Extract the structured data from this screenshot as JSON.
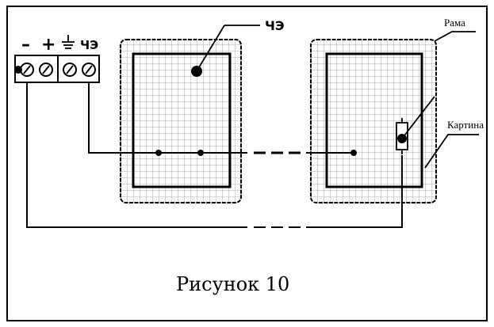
{
  "terminal_labels": {
    "minus": "–",
    "plus": "+",
    "ground": "⏚",
    "che": "ЧЭ"
  },
  "labels": {
    "che": "ЧЭ",
    "frame": "Рама",
    "painting": "Картина"
  },
  "caption": "Рисунок 10"
}
